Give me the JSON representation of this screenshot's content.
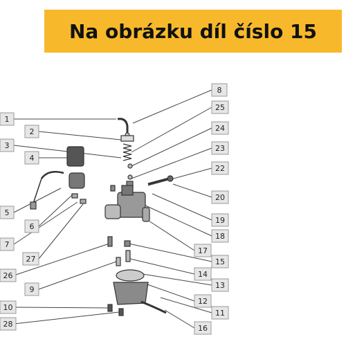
{
  "header": {
    "title": "Na obrázku díl číslo 15"
  },
  "colors": {
    "banner": "#f7b92b",
    "label_box": "#e6e6e6",
    "leader_line": "#444444"
  },
  "callouts": {
    "c1": "1",
    "c2": "2",
    "c3": "3",
    "c4": "4",
    "c5": "5",
    "c6": "6",
    "c7": "7",
    "c8": "8",
    "c9": "9",
    "c10": "10",
    "c11": "11",
    "c12": "12",
    "c13": "13",
    "c14": "14",
    "c15": "15",
    "c16": "16",
    "c17": "17",
    "c18": "18",
    "c19": "19",
    "c20": "20",
    "c22": "22",
    "c23": "23",
    "c24": "24",
    "c25": "25",
    "c26": "26",
    "c27": "27",
    "c28": "28"
  }
}
